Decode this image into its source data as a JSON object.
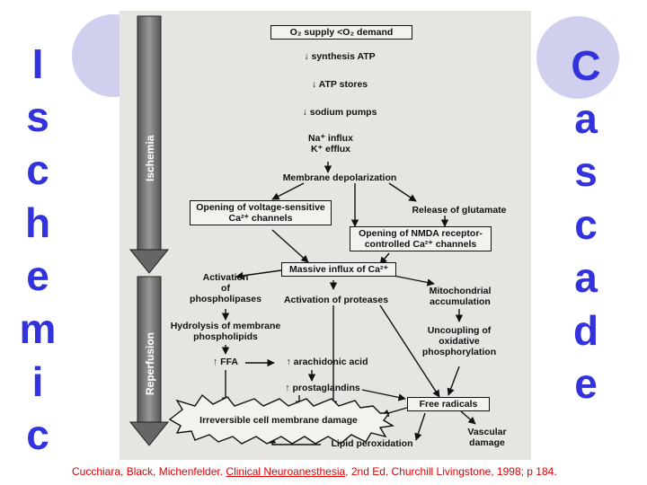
{
  "side_left": {
    "letters": [
      "I",
      "s",
      "c",
      "h",
      "e",
      "m",
      "i",
      "c"
    ]
  },
  "side_right": {
    "letters": [
      "C",
      "a",
      "s",
      "c",
      "a",
      "d",
      "e"
    ]
  },
  "colors": {
    "side_letters": "#3333dd",
    "decor_circle": "#d0d0ee",
    "citation": "#e00000"
  },
  "diagram": {
    "phase_labels": {
      "ischemia": "Ischemia",
      "reperfusion": "Reperfusion"
    },
    "nodes": {
      "o2": "O₂ supply <O₂ demand",
      "synth_atp": "synthesis ATP",
      "atp_stores": "ATP stores",
      "na_pumps": "sodium pumps",
      "na_influx": "Na⁺ influx",
      "k_efflux": "K⁺ efflux",
      "depol": "Membrane depolarization",
      "vsc_1": "Opening of voltage-sensitive",
      "vsc_2": "Ca²⁺ channels",
      "glutamate": "Release of glutamate",
      "nmda_1": "Opening of NMDA receptor-",
      "nmda_2": "controlled Ca²⁺ channels",
      "massive": "Massive influx of Ca²⁺",
      "act_phos_1": "Activation",
      "act_phos_2": "of",
      "act_phos_3": "phospholipases",
      "act_prot": "Activation of proteases",
      "mito_1": "Mitochondrial",
      "mito_2": "accumulation",
      "hydro_1": "Hydrolysis of membrane",
      "hydro_2": "phospholipids",
      "uncoup_1": "Uncoupling of",
      "uncoup_2": "oxidative",
      "uncoup_3": "phosphorylation",
      "ffa": "FFA",
      "arach": "arachidonic acid",
      "prosta": "prostaglandins",
      "free_rad": "Free radicals",
      "irrev": "Irreversible cell membrane damage",
      "vasc_1": "Vascular",
      "vasc_2": "damage",
      "lipid": "Lipid peroxidation"
    },
    "arrow_glyph": "↓",
    "up_glyph": "↑"
  },
  "citation": {
    "authors": "Cucchiara, Black, Michenfelder. ",
    "title": "Clinical Neuroanesthesia",
    "rest": ", 2nd Ed. Churchill Livingstone, 1998; p 184."
  }
}
